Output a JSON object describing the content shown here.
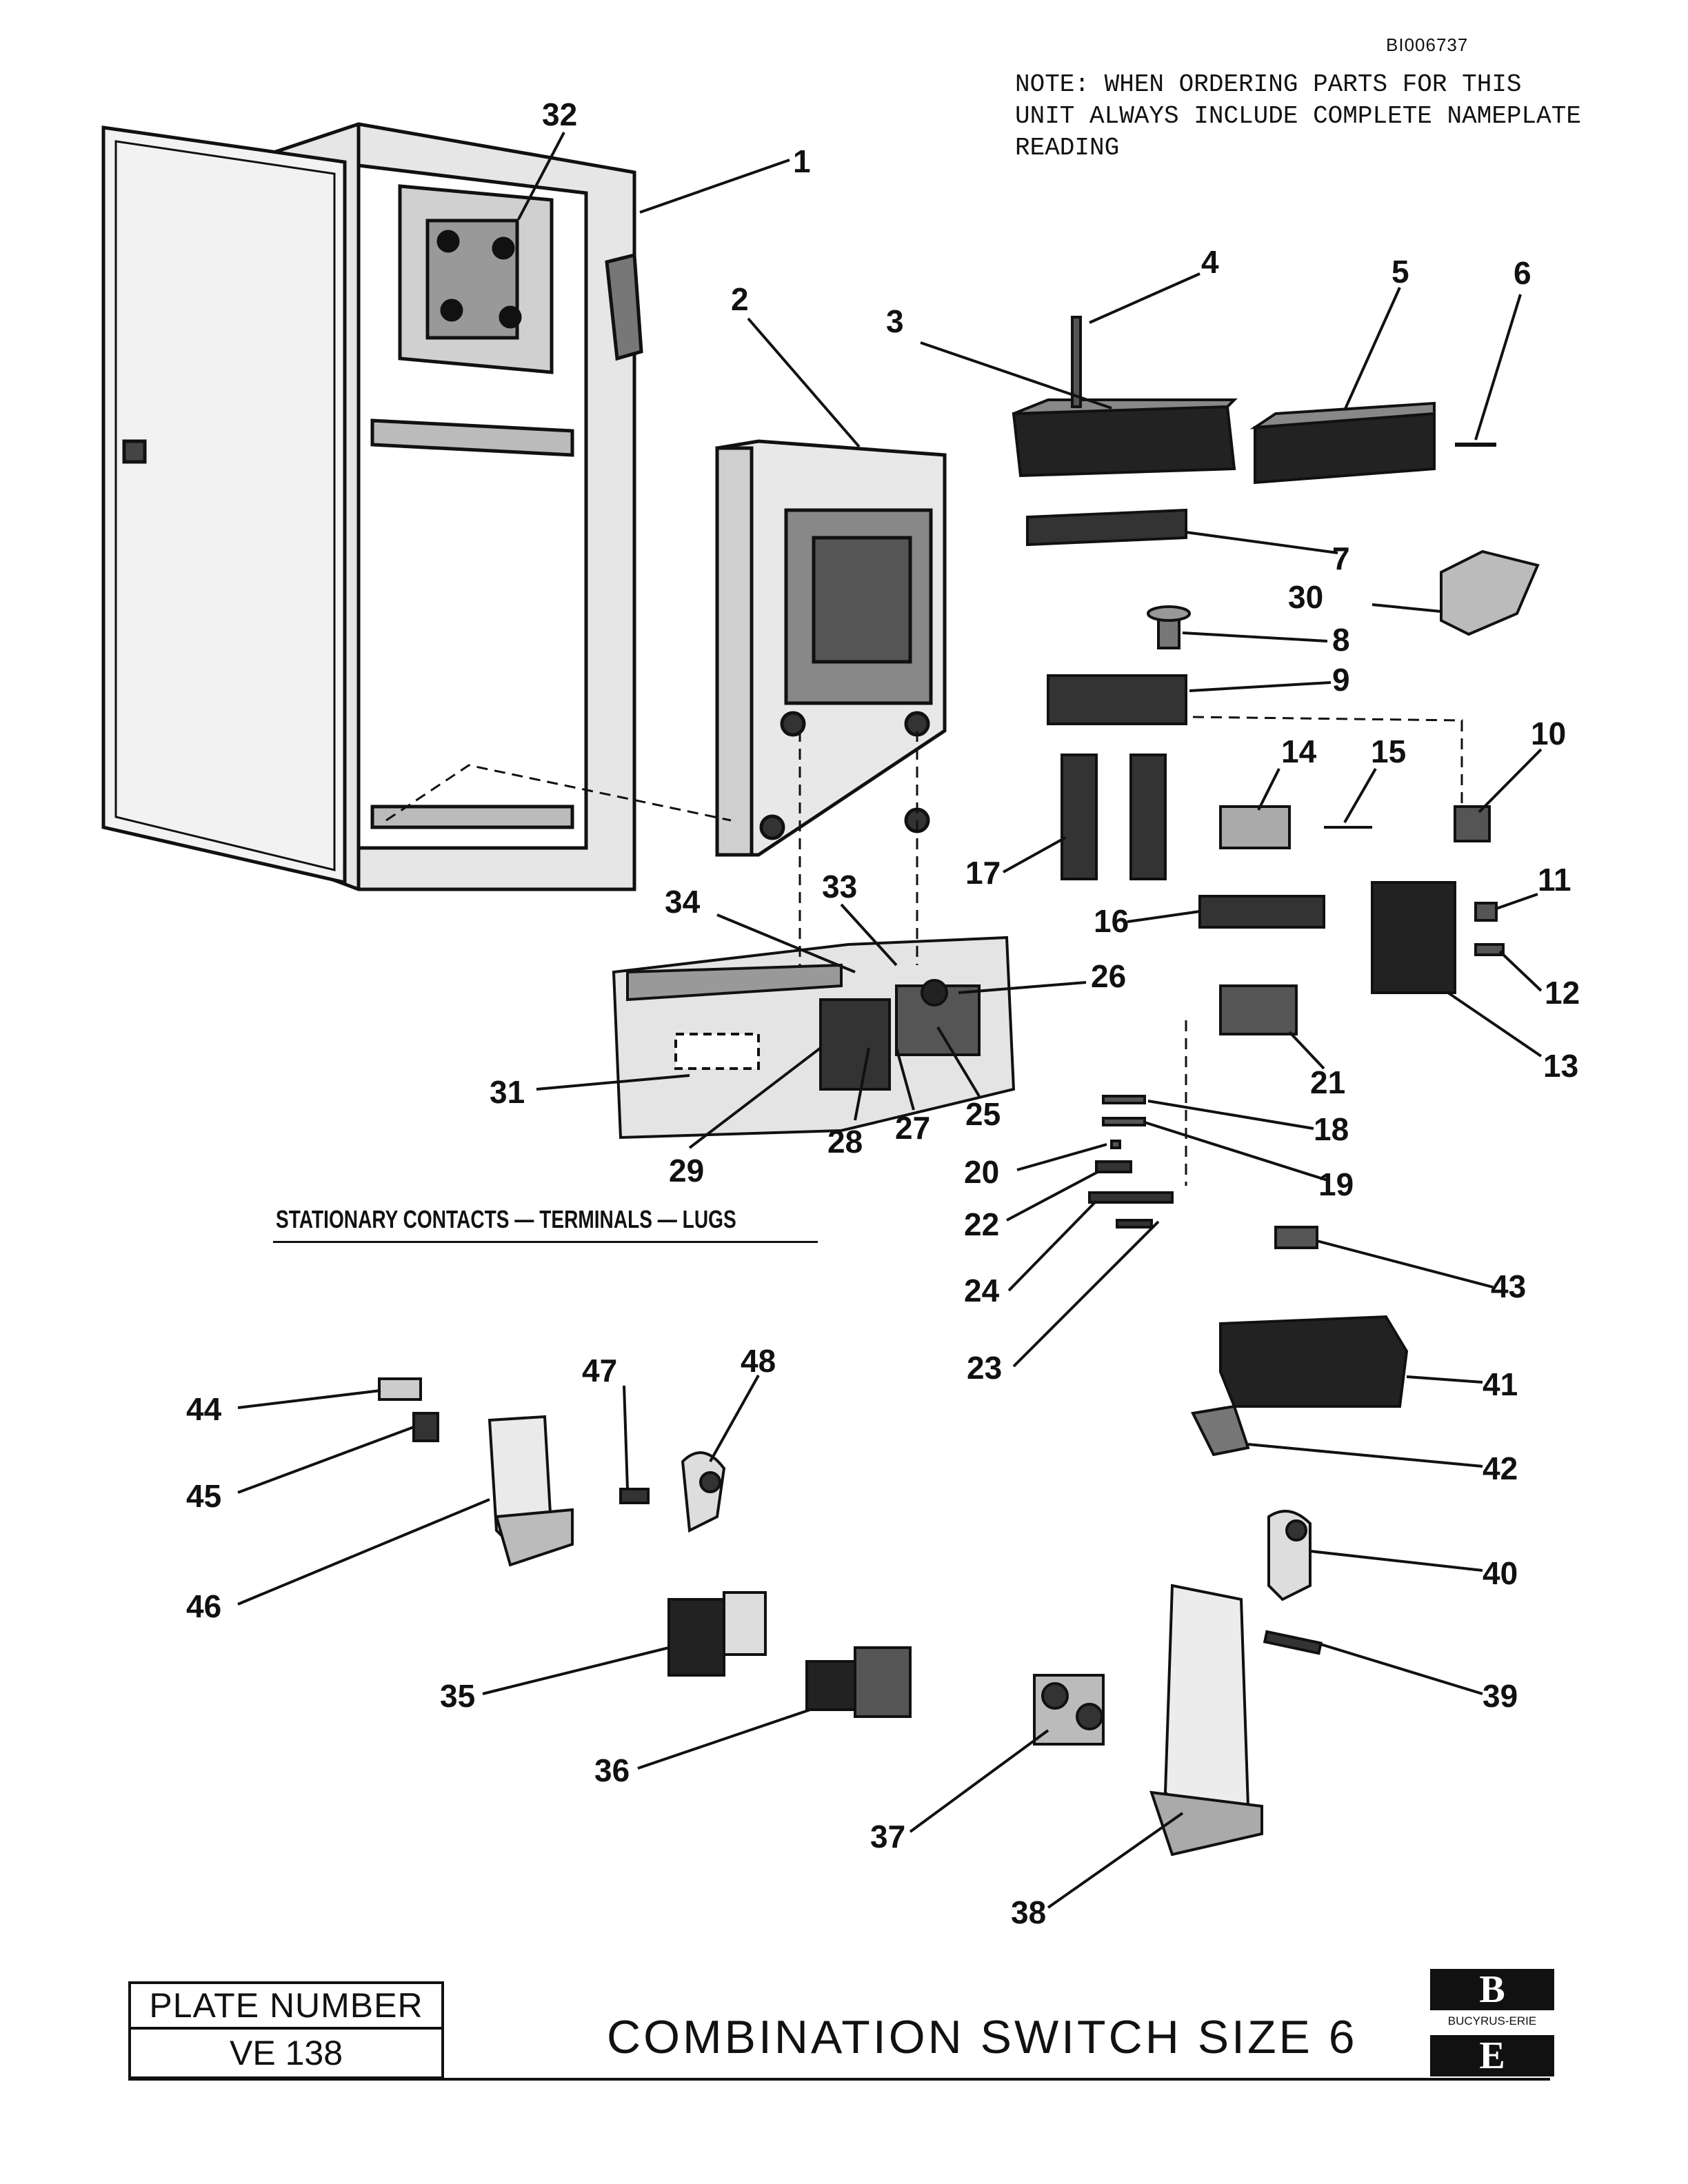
{
  "document_id": "BI006737",
  "note_lines": [
    "NOTE:  WHEN ORDERING PARTS FOR THIS",
    "UNIT ALWAYS INCLUDE COMPLETE NAMEPLATE",
    "READING"
  ],
  "section_title": "STATIONARY CONTACTS — TERMINALS — LUGS",
  "plate": {
    "label": "PLATE NUMBER",
    "number": "VE 138"
  },
  "title": "COMBINATION SWITCH SIZE 6",
  "logo": {
    "mark_top": "B",
    "mark_bottom": "E",
    "text": "BUCYRUS-ERIE"
  },
  "callouts": [
    "1",
    "2",
    "3",
    "4",
    "5",
    "6",
    "7",
    "8",
    "9",
    "10",
    "11",
    "12",
    "13",
    "14",
    "15",
    "16",
    "17",
    "18",
    "19",
    "20",
    "21",
    "22",
    "23",
    "24",
    "25",
    "26",
    "27",
    "28",
    "29",
    "30",
    "31",
    "32",
    "33",
    "34",
    "35",
    "36",
    "37",
    "38",
    "39",
    "40",
    "41",
    "42",
    "43",
    "44",
    "45",
    "46",
    "47",
    "48"
  ]
}
